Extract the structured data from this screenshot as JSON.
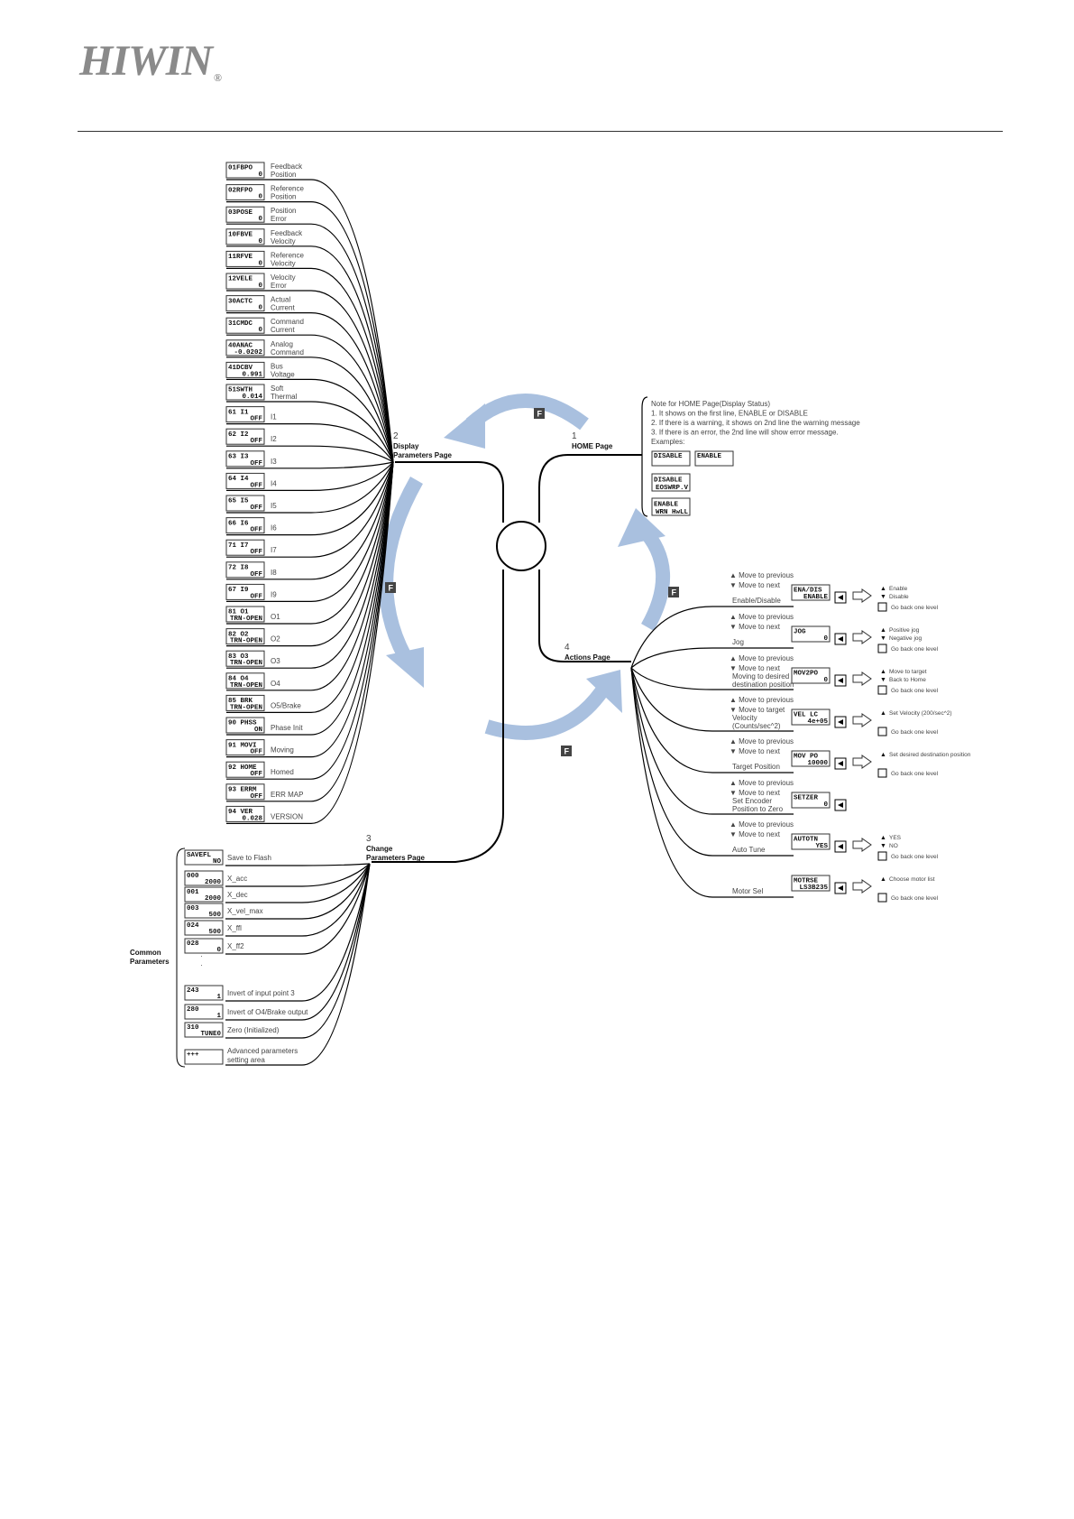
{
  "brand": {
    "name": "HIWIN",
    "mark": "®"
  },
  "pages": {
    "home": {
      "num": "1",
      "title": "HOME Page"
    },
    "display": {
      "num": "2",
      "title": "Display Parameters Page"
    },
    "change": {
      "num": "3",
      "title": "Change Parameters Page"
    },
    "actions": {
      "num": "4",
      "title": "Actions Page"
    }
  },
  "fkey": "F",
  "display_params": [
    {
      "l1": "01FBPO",
      "l2": "0",
      "label": [
        "Feedback",
        "Position"
      ]
    },
    {
      "l1": "02RFPO",
      "l2": "0",
      "label": [
        "Reference",
        "Position"
      ]
    },
    {
      "l1": "03POSE",
      "l2": "0",
      "label": [
        "Position",
        "Error"
      ]
    },
    {
      "l1": "10FBVE",
      "l2": "0",
      "label": [
        "Feedback",
        "Velocity"
      ]
    },
    {
      "l1": "11RFVE",
      "l2": "0",
      "label": [
        "Reference",
        "Velocity"
      ]
    },
    {
      "l1": "12VELE",
      "l2": "0",
      "label": [
        "Velocity",
        "Error"
      ]
    },
    {
      "l1": "30ACTC",
      "l2": "0",
      "label": [
        "Actual",
        "Current"
      ]
    },
    {
      "l1": "31CMDC",
      "l2": "0",
      "label": [
        "Command",
        "Current"
      ]
    },
    {
      "l1": "40ANAC",
      "l2": "-0.0202",
      "label": [
        "Analog",
        "Command"
      ]
    },
    {
      "l1": "41DCBV",
      "l2": "0.991",
      "label": [
        "Bus",
        "Voltage"
      ]
    },
    {
      "l1": "51SWTH",
      "l2": "0.014",
      "label": [
        "Soft",
        "Thermal"
      ]
    },
    {
      "l1": "61 I1",
      "l2": "OFF",
      "label": [
        "I1"
      ]
    },
    {
      "l1": "62 I2",
      "l2": "OFF",
      "label": [
        "I2"
      ]
    },
    {
      "l1": "63 I3",
      "l2": "OFF",
      "label": [
        "I3"
      ]
    },
    {
      "l1": "64 I4",
      "l2": "OFF",
      "label": [
        "I4"
      ]
    },
    {
      "l1": "65 I5",
      "l2": "OFF",
      "label": [
        "I5"
      ]
    },
    {
      "l1": "66 I6",
      "l2": "OFF",
      "label": [
        "I6"
      ]
    },
    {
      "l1": "71 I7",
      "l2": "OFF",
      "label": [
        "I7"
      ]
    },
    {
      "l1": "72 I8",
      "l2": "OFF",
      "label": [
        "I8"
      ]
    },
    {
      "l1": "67 I9",
      "l2": "OFF",
      "label": [
        "I9"
      ]
    },
    {
      "l1": "81 O1",
      "l2": "TRN-OPEN",
      "label": [
        "O1"
      ]
    },
    {
      "l1": "82 O2",
      "l2": "TRN-OPEN",
      "label": [
        "O2"
      ]
    },
    {
      "l1": "83 O3",
      "l2": "TRN-OPEN",
      "label": [
        "O3"
      ]
    },
    {
      "l1": "84 O4",
      "l2": "TRN-OPEN",
      "label": [
        "O4"
      ]
    },
    {
      "l1": "85 BRK",
      "l2": "TRN-OPEN",
      "label": [
        "O5/Brake"
      ]
    },
    {
      "l1": "90 PHSS",
      "l2": "ON",
      "label": [
        "Phase Init"
      ]
    },
    {
      "l1": "91 MOVI",
      "l2": "OFF",
      "label": [
        "Moving"
      ]
    },
    {
      "l1": "92 HOME",
      "l2": "OFF",
      "label": [
        "Homed"
      ]
    },
    {
      "l1": "93 ERRM",
      "l2": "OFF",
      "label": [
        "ERR MAP"
      ]
    },
    {
      "l1": "94 VER",
      "l2": "0.028",
      "label": [
        "VERSION"
      ]
    }
  ],
  "home_note": {
    "lines": [
      "Note for HOME Page(Display Status)",
      "1. It shows on the first line, ENABLE or DISABLE",
      "2. If there is a warning, it shows on 2nd line the warning message",
      "3. If there is an error, the 2nd line will show error message.",
      "Examples:"
    ],
    "examples": [
      {
        "l1": "DISABLE",
        "l2": ""
      },
      {
        "l1": "ENABLE",
        "l2": ""
      },
      {
        "l1": "DISABLE",
        "l2": "EOSWRP.V"
      },
      {
        "l1": "ENABLE",
        "l2": "WRN HwLL"
      }
    ]
  },
  "actions": [
    {
      "label": [
        "Enable/Disable"
      ],
      "l1": "ENA/DIS",
      "l2": "ENABLE",
      "options": [
        "Enable",
        "Disable"
      ],
      "back": "Go back one level",
      "nav": [
        "Move to previous",
        "Move to next"
      ]
    },
    {
      "label": [
        "Jog"
      ],
      "l1": "JOG",
      "l2": "0",
      "options": [
        "Positive jog",
        "Negative jog"
      ],
      "back": "Go back one level",
      "nav": [
        "Move to previous",
        "Move to next"
      ]
    },
    {
      "label": [
        "Moving to desired",
        "destination position"
      ],
      "l1": "MOV2PO",
      "l2": "0",
      "options": [
        "Move to target",
        "Back to Home"
      ],
      "back": "Go back one level",
      "nav": [
        "Move to previous",
        "Move to next"
      ]
    },
    {
      "label": [
        "Velocity",
        "(Counts/sec^2)"
      ],
      "l1": "VEL LC",
      "l2": "4e+05",
      "options": [
        "Set Velocity (200/sec^2)",
        ""
      ],
      "back": "Go back one level",
      "nav": [
        "Move to previous",
        "Move to target"
      ]
    },
    {
      "label": [
        "Target Position"
      ],
      "l1": "MOV PO",
      "l2": "10000",
      "options": [
        "Set desired destination position",
        ""
      ],
      "back": "Go back one level",
      "nav": [
        "Move to previous",
        "Move to next"
      ]
    },
    {
      "label": [
        "Set Encoder",
        "Position to Zero"
      ],
      "l1": "SETZER",
      "l2": "0",
      "options": [],
      "back": "",
      "nav": [
        "Move to previous",
        "Move to next"
      ]
    },
    {
      "label": [
        "Auto Tune"
      ],
      "l1": "AUTOTN",
      "l2": "YES",
      "options": [
        "YES",
        "NO"
      ],
      "back": "Go back one level",
      "nav": [
        "Move to previous",
        "Move to next"
      ]
    },
    {
      "label": [
        "Motor Sel"
      ],
      "l1": "MOTRSE",
      "l2": "LS3B235",
      "options": [
        "Choose motor list",
        ""
      ],
      "back": "Go back one level",
      "nav": []
    }
  ],
  "common_params_label": [
    "Common",
    "Parameters"
  ],
  "change_params": [
    {
      "l1": "SAVEFL",
      "l2": "NO",
      "label": [
        "Save to Flash"
      ]
    },
    {
      "l1": "000",
      "l2": "2000",
      "label": [
        "X_acc"
      ]
    },
    {
      "l1": "001",
      "l2": "2000",
      "label": [
        "X_dec"
      ]
    },
    {
      "l1": "003",
      "l2": "500",
      "label": [
        "X_vel_max"
      ]
    },
    {
      "l1": "024",
      "l2": "500",
      "label": [
        "X_ffl"
      ]
    },
    {
      "l1": "028",
      "l2": "0",
      "label": [
        "X_ff2"
      ]
    },
    {
      "l1": "243",
      "l2": "1",
      "label": [
        "Invert of input point 3"
      ]
    },
    {
      "l1": "280",
      "l2": "1",
      "label": [
        "Invert of O4/Brake output"
      ]
    },
    {
      "l1": "310",
      "l2": "TUNE0",
      "label": [
        "Zero (Initialized)"
      ]
    },
    {
      "l1": "+++",
      "l2": "",
      "label": [
        "Advanced parameters",
        "setting area"
      ]
    }
  ],
  "colors": {
    "arrow": "#a9c0df",
    "line": "#000000",
    "lcd_border": "#333333"
  }
}
